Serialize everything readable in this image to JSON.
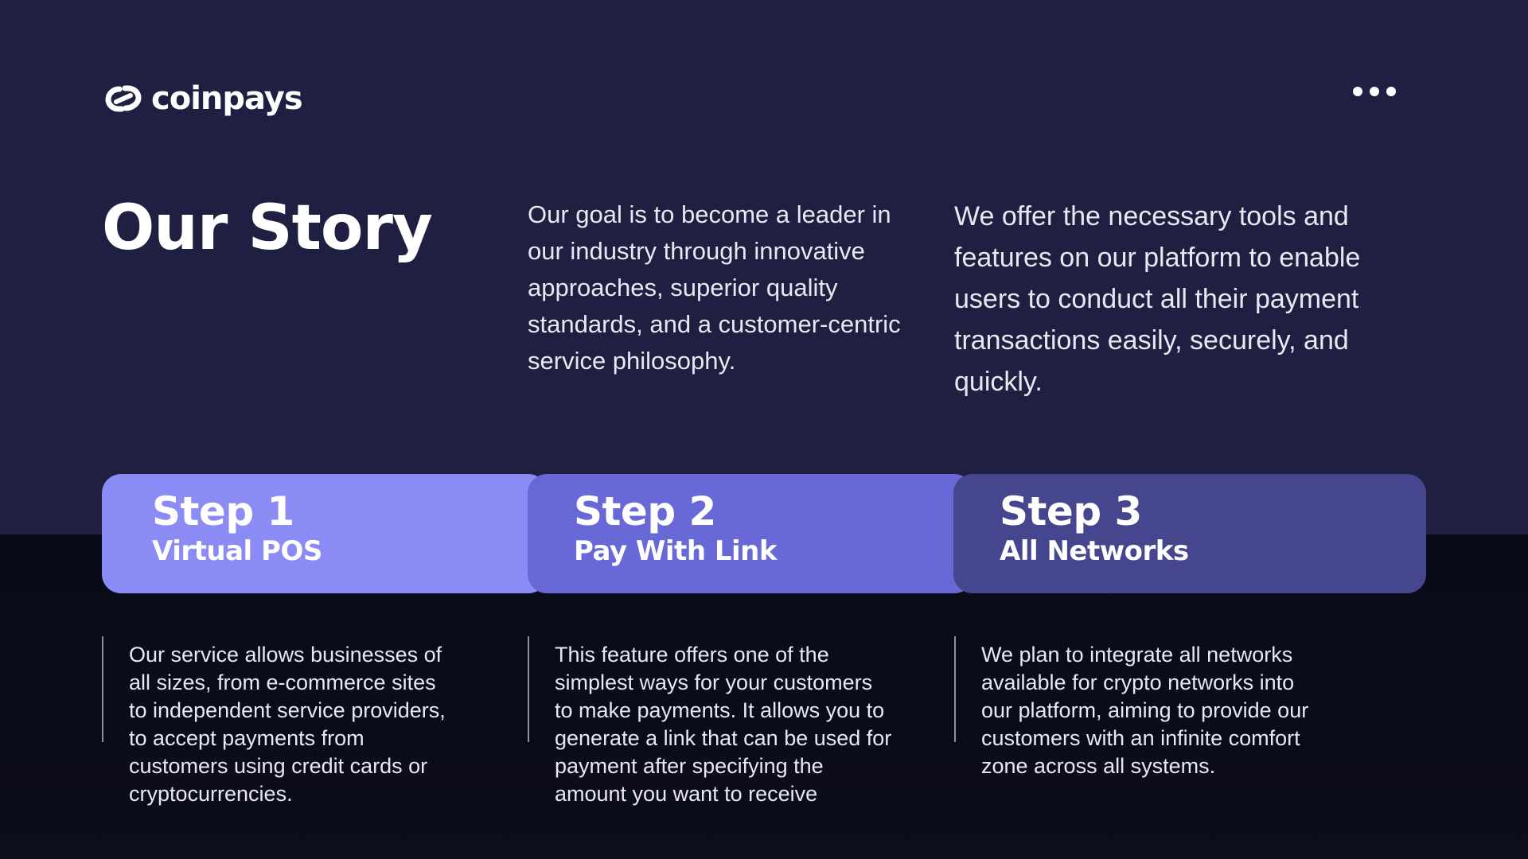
{
  "brand": {
    "name": "coinpays"
  },
  "menu": {
    "icon": "more-horizontal-icon"
  },
  "story": {
    "title": "Our Story",
    "intro_left": "Our goal is to become a leader in our industry through innovative approaches, superior quality standards, and a customer-centric service philosophy.",
    "intro_right": "We offer the necessary tools and features on our platform to enable users to conduct all their payment transactions easily, securely, and quickly."
  },
  "steps": [
    {
      "title": "Step 1",
      "subtitle": "Virtual POS",
      "description": "Our service allows businesses of all sizes, from e-commerce sites to independent service providers, to accept payments from customers using credit cards or cryptocurrencies.",
      "color": "#8b8bf6"
    },
    {
      "title": "Step 2",
      "subtitle": "Pay With Link",
      "description": "This feature offers one of the simplest ways for your customers to make payments. It allows you to generate a link that can be used for payment after specifying the amount you want to receive",
      "color": "#6868d6"
    },
    {
      "title": "Step 3",
      "subtitle": "All Networks",
      "description": "We plan to integrate all networks available for crypto networks into our platform, aiming to provide our customers with an infinite comfort zone across all systems.",
      "color": "#46468f"
    }
  ],
  "colors": {
    "background": "#1f1f42",
    "bottom_band": "#0b0c1a",
    "accent_purple": "#8b8bf6"
  }
}
